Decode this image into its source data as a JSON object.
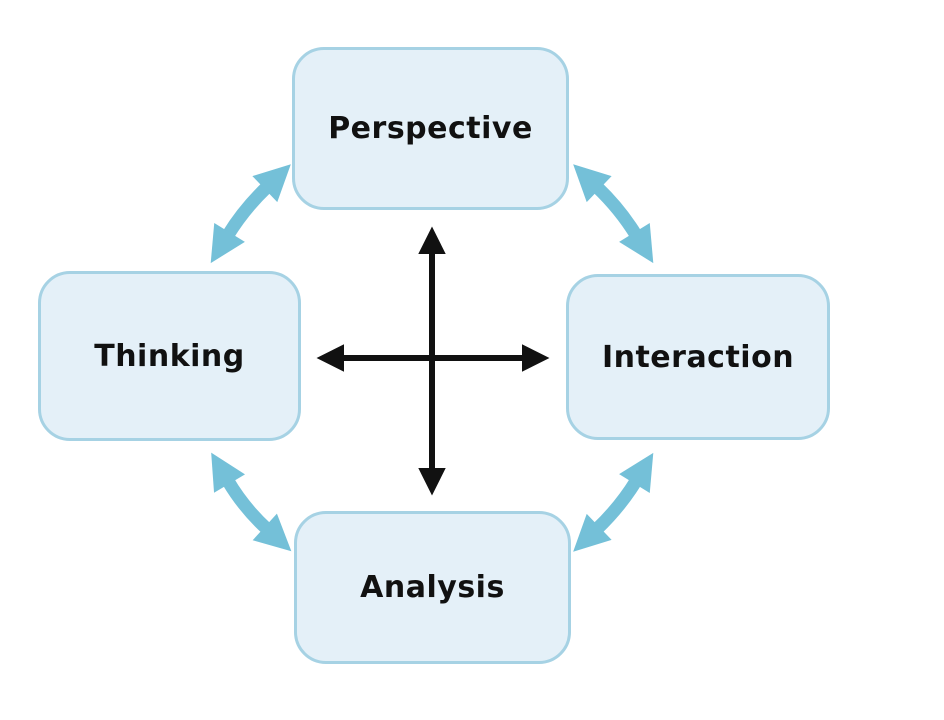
{
  "diagram": {
    "type": "cycle-diagram",
    "nodes": [
      {
        "id": "perspective",
        "label": "Perspective",
        "position": "top"
      },
      {
        "id": "interaction",
        "label": "Interaction",
        "position": "right"
      },
      {
        "id": "analysis",
        "label": "Analysis",
        "position": "bottom"
      },
      {
        "id": "thinking",
        "label": "Thinking",
        "position": "left"
      }
    ],
    "connections": [
      {
        "from": "Thinking",
        "to": "Perspective",
        "style": "curved-double-arrow",
        "color_key": "arrow_blue"
      },
      {
        "from": "Perspective",
        "to": "Interaction",
        "style": "curved-double-arrow",
        "color_key": "arrow_blue"
      },
      {
        "from": "Interaction",
        "to": "Analysis",
        "style": "curved-double-arrow",
        "color_key": "arrow_blue"
      },
      {
        "from": "Analysis",
        "to": "Thinking",
        "style": "curved-double-arrow",
        "color_key": "arrow_blue"
      }
    ],
    "center_cross": {
      "type": "double-headed-axes",
      "orientation": [
        "vertical",
        "horizontal"
      ],
      "color_key": "arrow_black"
    },
    "colors": {
      "box_fill": "#e4f0f8",
      "box_border": "#a6d2e4",
      "arrow_blue": "#74c0d8",
      "arrow_black": "#111111"
    }
  }
}
